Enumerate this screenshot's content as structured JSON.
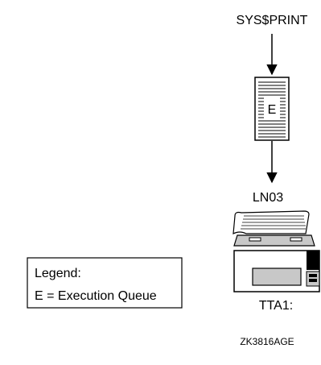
{
  "queue_name": "SYS$PRINT",
  "queue_letter": "E",
  "printer_model": "LN03",
  "device_name": "TTA1:",
  "legend": {
    "title": "Legend:",
    "entry": "E = Execution Queue"
  },
  "figure_id": "ZK3816AGE",
  "colors": {
    "line": "#000000",
    "background": "#ffffff",
    "printer_gray": "#c8c8c8",
    "printer_panel": "#000000"
  }
}
